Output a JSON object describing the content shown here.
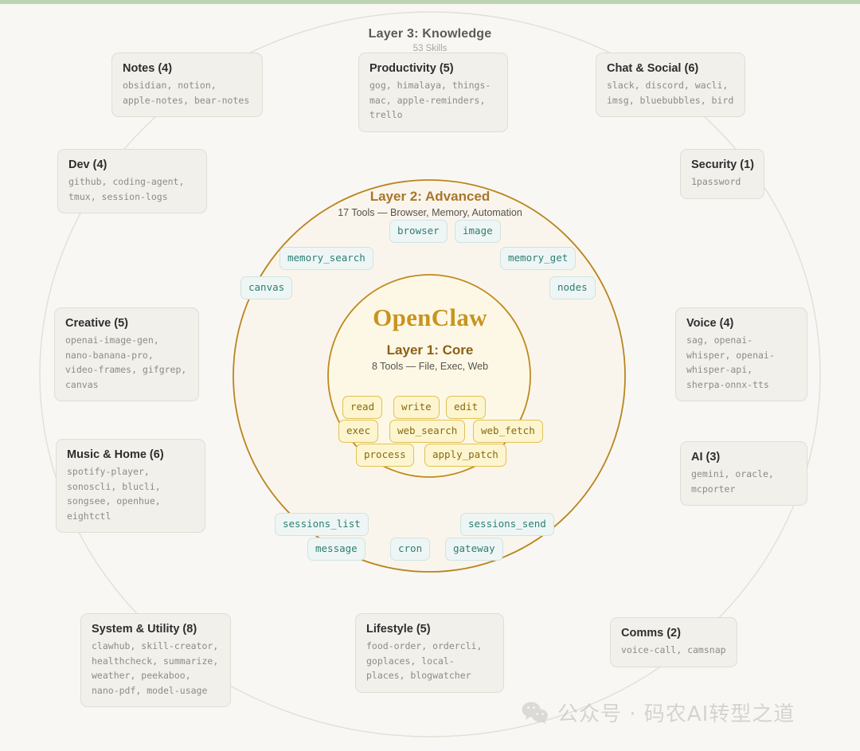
{
  "colors": {
    "background": "#f8f7f4",
    "top_strip": "#bcd4b4",
    "layer1_ring": "#c08a1e",
    "layer1_fill": "#fdf8e6",
    "layer2_ring": "#b9851f",
    "layer2_fill": "#faf5ec",
    "layer3_ring": "#e6e2d9",
    "brand": "#c8941f",
    "chip_core_bg": "#fcf5cf",
    "chip_core_border": "#e2c054",
    "chip_core_text": "#8a6a12",
    "chip_adv_bg": "#eef6f5",
    "chip_adv_border": "#cfe3e0",
    "chip_adv_text": "#2e7d70",
    "card_bg": "#f2f0eb",
    "card_border": "#e0ddd5",
    "card_title_text": "#2e2e2e",
    "card_items_text": "#8d8b84"
  },
  "layer1": {
    "brand": "OpenClaw",
    "title": "Layer 1: Core",
    "subtitle": "8 Tools — File, Exec, Web",
    "tools": [
      "read",
      "write",
      "edit",
      "exec",
      "web_search",
      "web_fetch",
      "process",
      "apply_patch"
    ]
  },
  "layer2": {
    "title": "Layer 2: Advanced",
    "subtitle": "17 Tools — Browser, Memory, Automation",
    "tools": [
      "browser",
      "image",
      "memory_search",
      "memory_get",
      "canvas",
      "nodes",
      "sessions_list",
      "sessions_send",
      "message",
      "cron",
      "gateway"
    ]
  },
  "layer3": {
    "title": "Layer 3: Knowledge",
    "subtitle": "53 Skills",
    "cards": [
      {
        "title": "Notes (4)",
        "items": "obsidian, notion, apple-notes, bear-notes"
      },
      {
        "title": "Productivity (5)",
        "items": "gog, himalaya, things-mac, apple-reminders, trello"
      },
      {
        "title": "Chat & Social (6)",
        "items": "slack, discord, wacli, imsg, bluebubbles, bird"
      },
      {
        "title": "Security (1)",
        "items": "1password"
      },
      {
        "title": "Dev (4)",
        "items": "github, coding-agent, tmux, session-logs"
      },
      {
        "title": "Creative (5)",
        "items": "openai-image-gen, nano-banana-pro, video-frames, gifgrep, canvas"
      },
      {
        "title": "Music & Home (6)",
        "items": "spotify-player, sonoscli, blucli, songsee, openhue, eightctl"
      },
      {
        "title": "Voice (4)",
        "items": "sag, openai-whisper, openai-whisper-api, sherpa-onnx-tts"
      },
      {
        "title": "AI (3)",
        "items": "gemini, oracle, mcporter"
      },
      {
        "title": "System & Utility (8)",
        "items": "clawhub, skill-creator, healthcheck, summarize, weather, peekaboo, nano-pdf, model-usage"
      },
      {
        "title": "Lifestyle (5)",
        "items": "food-order, ordercli, goplaces, local-places, blogwatcher"
      },
      {
        "title": "Comms (2)",
        "items": "voice-call, camsnap"
      }
    ]
  },
  "watermark": {
    "icon": "wechat-icon",
    "text": "公众号 · 码农AI转型之道"
  }
}
